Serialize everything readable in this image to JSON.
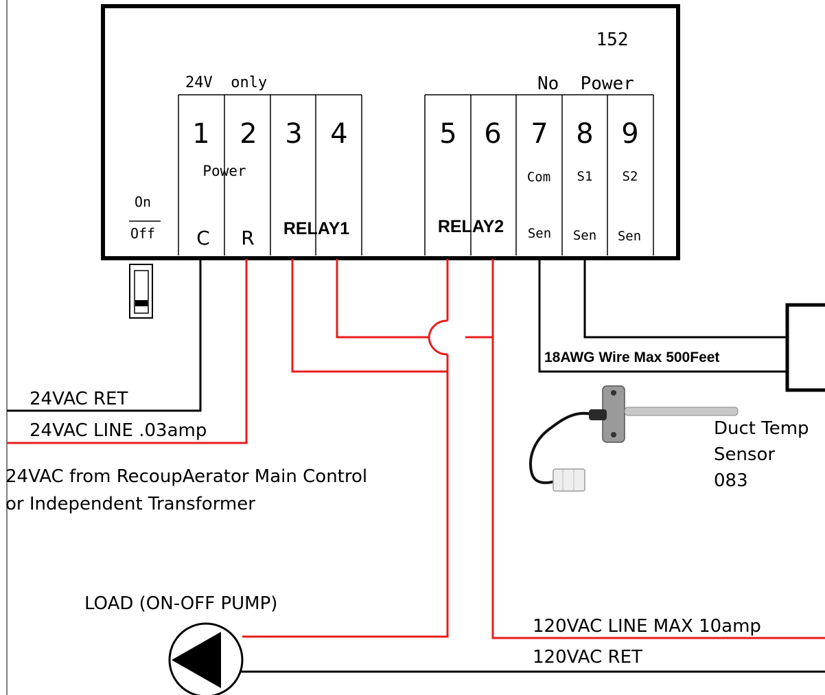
{
  "model_number": "152",
  "header_left": "24V  only",
  "header_right": "No  Power",
  "switch": {
    "on_label": "On",
    "off_label": "Off"
  },
  "terminals": [
    {
      "number": "1",
      "bottom": "C"
    },
    {
      "number": "2",
      "bottom": "R"
    },
    {
      "number": "3"
    },
    {
      "number": "4"
    },
    {
      "number": "5"
    },
    {
      "number": "6"
    },
    {
      "number": "7",
      "mid": "Com",
      "bottom": "Sen"
    },
    {
      "number": "8",
      "mid": "S1",
      "bottom": "Sen"
    },
    {
      "number": "9",
      "mid": "S2",
      "bottom": "Sen"
    }
  ],
  "power_label": "Power",
  "relay1_label": "RELAY1",
  "relay2_label": "RELAY2",
  "wires": {
    "ret_24": "24VAC RET",
    "line_24": "24VAC LINE .03amp",
    "source_line1": "24VAC from RecoupAerator Main Control",
    "source_line2": "or Independent Transformer",
    "sensor_wire": "18AWG Wire Max 500Feet",
    "line_120": "120VAC LINE MAX 10amp",
    "ret_120": "120VAC RET"
  },
  "sensor": {
    "line1": "Duct Temp",
    "line2": "Sensor",
    "line3": "083"
  },
  "load_label": "LOAD (ON-OFF PUMP)",
  "colors": {
    "line": "#e81c1c",
    "ret": "#000000"
  }
}
